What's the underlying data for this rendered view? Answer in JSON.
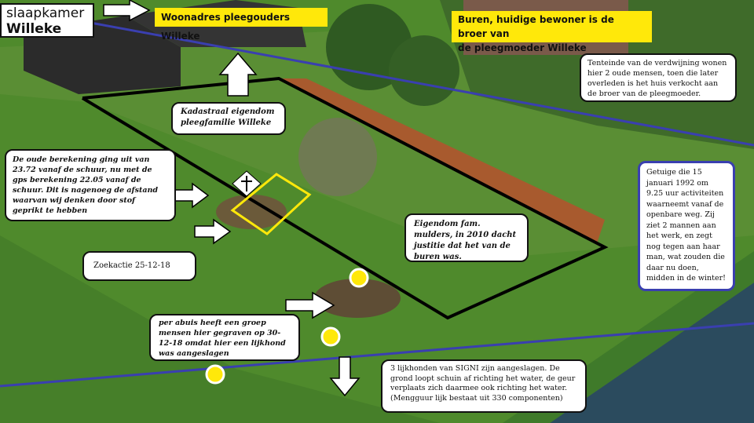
{
  "labels": {
    "bedroom_line1": "slaapkamer",
    "bedroom_line2": "Willeke",
    "foster_address": "Woonadres pleegouders Willeke",
    "neighbours_line1": "Buren, huidige bewoner is de broer van",
    "neighbours_line2": "de pleegmoeder Willeke",
    "elderly_text": "Tenteinde van de verdwijning wonen hier 2 oude mensen, toen die later overleden is het huis verkocht aan de broer van de pleegmoeder.",
    "cadastral_line1": "Kadastraal eigendom",
    "cadastral_line2": "pleegfamilie Willeke",
    "calculation_text": "De oude berekening ging uit van 23.72 vanaf de schuur, nu met de gps berekening 22.05 vanaf de schuur. Dit is nagenoeg de afstand waarvan wij denken door stof geprikt te hebben",
    "witness_text": "Getuige die 15 januari 1992 om 9.25 uur activiteiten waarneemt vanaf de openbare weg. Zij ziet 2 mannen aan het werk, en zegt nog tegen aan haar man, wat zouden die daar nu doen, midden in de winter!",
    "mulders_text": "Eigendom fam. mulders, in 2010 dacht justitie dat het van de buren was.",
    "search_action": "Zoekactie 25-12-18",
    "mistake_text": "per abuis heeft een groep mensen hier gegraven op 30-12-18 omdat hier een lijkhond was aangeslagen",
    "dogs_text": "3 lijkhonden van SIGNI zijn aangeslagen. De grond loopt schuin af richting het water, de geur verplaats zich daarmee ook richting het water. (Mengguur lijk bestaat uit 330 componenten)"
  },
  "colors": {
    "grass": "#4f8a2c",
    "hedge": "#a85a2e",
    "water": "#2b4b5e",
    "marker_yellow": "#ffe80a",
    "blue_line": "#3a3fb0",
    "witness_border": "#3a3fb0"
  },
  "icons": [
    "arrow-right-icon",
    "arrow-up-icon",
    "arrow-down-icon",
    "cross-icon",
    "marker-dot-icon"
  ]
}
